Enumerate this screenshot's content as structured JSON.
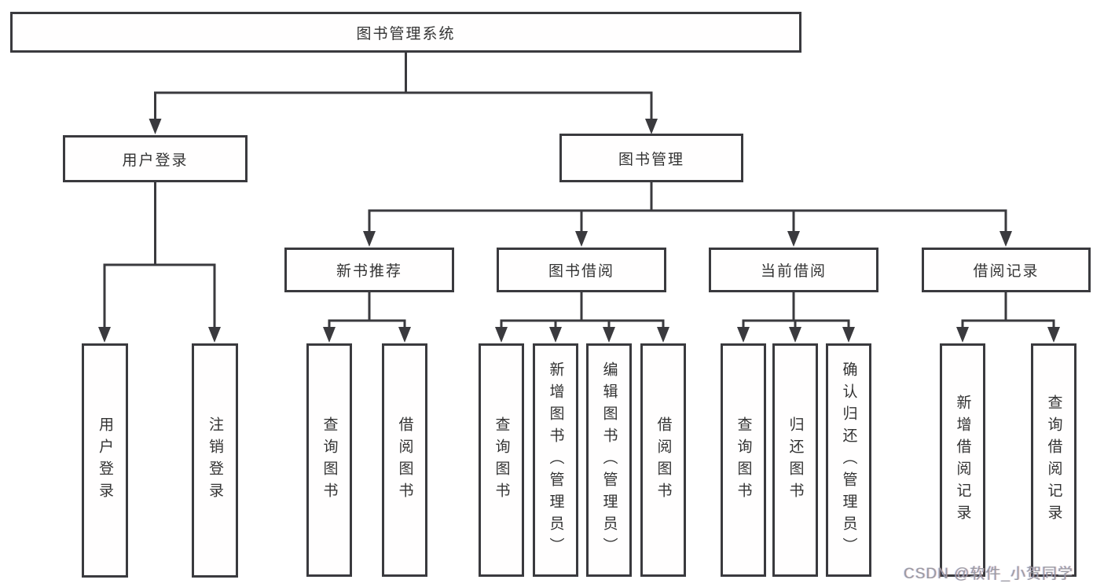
{
  "tree": {
    "label": "图书管理系统",
    "children": [
      {
        "label": "用户登录",
        "children": [
          {
            "label": "用户登录"
          },
          {
            "label": "注销登录"
          }
        ]
      },
      {
        "label": "图书管理",
        "children": [
          {
            "label": "新书推荐",
            "children": [
              {
                "label": "查询图书"
              },
              {
                "label": "借阅图书"
              }
            ]
          },
          {
            "label": "图书借阅",
            "children": [
              {
                "label": "查询图书"
              },
              {
                "label": "新增图书（管理员）"
              },
              {
                "label": "编辑图书（管理员）"
              },
              {
                "label": "借阅图书"
              }
            ]
          },
          {
            "label": "当前借阅",
            "children": [
              {
                "label": "查询图书"
              },
              {
                "label": "归还图书"
              },
              {
                "label": "确认归还（管理员）"
              }
            ]
          },
          {
            "label": "借阅记录",
            "children": [
              {
                "label": "新增借阅记录"
              },
              {
                "label": "查询借阅记录"
              }
            ]
          }
        ]
      }
    ]
  },
  "watermark": {
    "text": "CSDN @软件_小贺同学"
  },
  "colors": {
    "background": "#ffffff",
    "line": "#3a3a3e",
    "text": "#333333",
    "watermark": "#9a9aa2"
  }
}
